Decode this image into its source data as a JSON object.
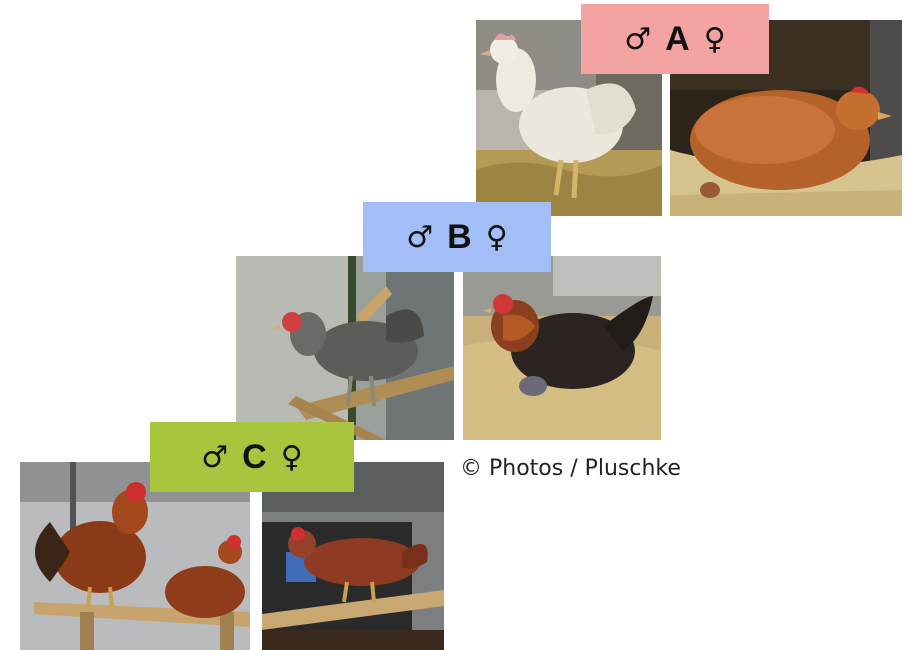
{
  "groups": [
    {
      "male_symbol": "♂",
      "letter": "A",
      "female_symbol": "♀",
      "color": "#f4a3a3"
    },
    {
      "male_symbol": "♂",
      "letter": "B",
      "female_symbol": "♀",
      "color": "#a3bdf7"
    },
    {
      "male_symbol": "♂",
      "letter": "C",
      "female_symbol": "♀",
      "color": "#a9c53e"
    }
  ],
  "credit": "© Photos / Pluschke"
}
